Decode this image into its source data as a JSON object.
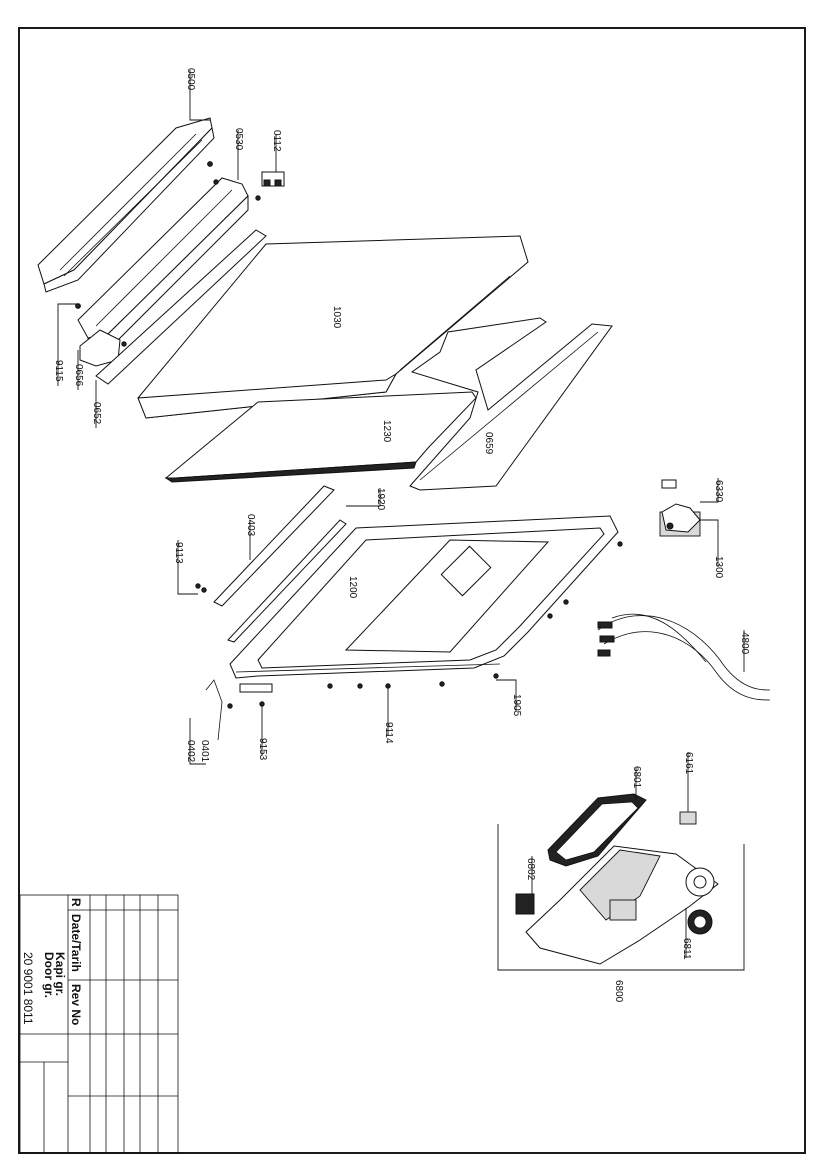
{
  "part_labels": {
    "p0500": "0500",
    "p0530": "0530",
    "p0112": "0112",
    "p1030": "1030",
    "p9115": "9115",
    "p0656": "0656",
    "p0652": "0652",
    "p1230": "1230",
    "p0659": "0659",
    "p6330": "6330",
    "p1300": "1300",
    "p1920": "1920",
    "p0403": "0403",
    "p9113": "9113",
    "p1200": "1200",
    "p4800": "4800",
    "p1905": "1905",
    "p9114": "9114",
    "p9153": "9153",
    "p0401": "0401",
    "p0402": "0402",
    "p6801": "6801",
    "p6161": "6161",
    "p6802": "6802",
    "p6811": "6811",
    "p6800": "6800"
  },
  "title_block": {
    "col_r": "R",
    "col_date": "Date/Tarih",
    "col_rev": "Rev No",
    "title_tr": "Kapi gr.",
    "title_en": "Door gr.",
    "drawing_number": "20 9001 8011"
  }
}
